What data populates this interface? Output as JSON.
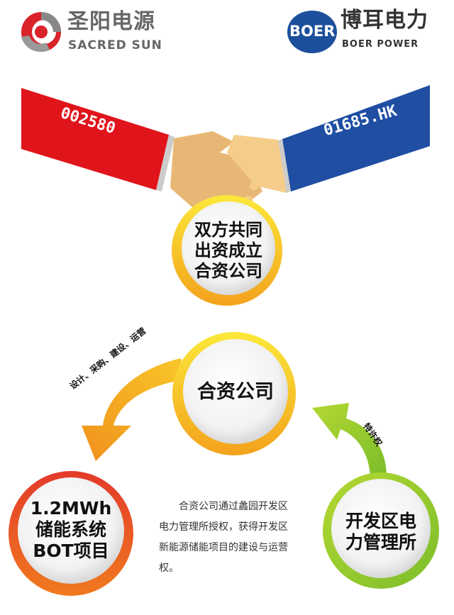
{
  "logos": {
    "left": {
      "cn": "圣阳电源",
      "en": "SACRED SUN",
      "color": "#d9222a"
    },
    "right": {
      "badge": "BOER",
      "cn": "博耳电力",
      "en": "BOER POWER",
      "color": "#1c4f9c"
    }
  },
  "handshake": {
    "left_code": "002580",
    "right_code": "01685.HK",
    "left_color": "#e0141b",
    "right_color": "#1f4ea3"
  },
  "circles": {
    "top": {
      "lines": [
        "双方共同",
        "出资成立",
        "合资公司"
      ]
    },
    "middle": {
      "label": "合资公司"
    },
    "left": {
      "lines": [
        "1.2MWh",
        "储能系统",
        "BOT项目"
      ]
    },
    "right": {
      "lines": [
        "开发区电",
        "力管理所"
      ]
    }
  },
  "arrows": {
    "left_label": "设计、采购、建设、运营",
    "right_label": "特许权"
  },
  "description": "合资公司通过蠡园开发区电力管理所授权，获得开发区新能源储能项目的建设与运营权。"
}
